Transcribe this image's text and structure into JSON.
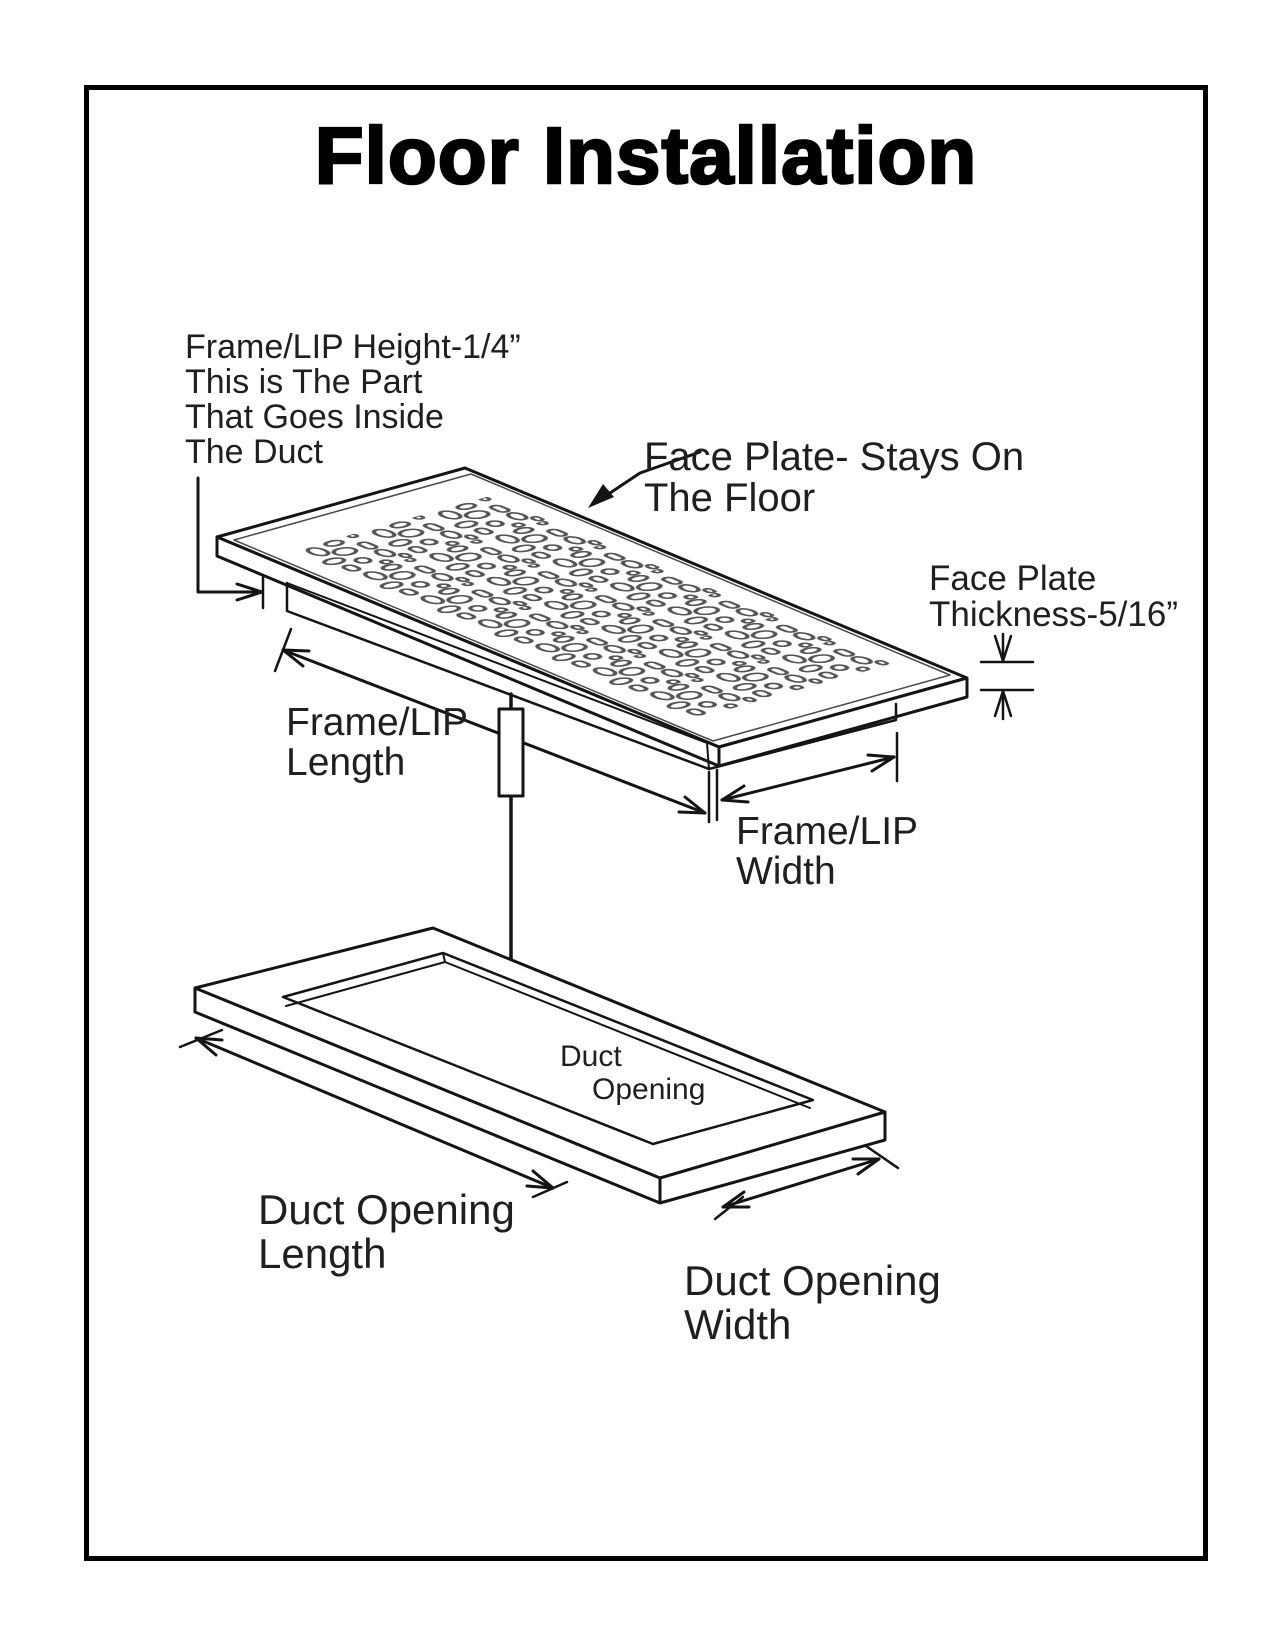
{
  "page": {
    "title": "Floor Installation",
    "background": "#ffffff",
    "border_color": "#000000",
    "line_color": "#141414",
    "pattern_color": "#555555"
  },
  "labels": {
    "frame_lip_height": {
      "lines": [
        "Frame/LIP Height-1/4”",
        "This is The Part",
        "That Goes Inside",
        "The Duct"
      ]
    },
    "face_plate": {
      "lines": [
        "Face Plate- Stays On",
        "The Floor"
      ]
    },
    "face_plate_thickness": {
      "lines": [
        "Face Plate",
        "Thickness-5/16”"
      ]
    },
    "frame_lip_length": {
      "lines": [
        "Frame/LIP",
        "Length"
      ]
    },
    "frame_lip_width": {
      "lines": [
        "Frame/LIP",
        "Width"
      ]
    },
    "duct_opening": {
      "lines": [
        "Duct",
        "Opening"
      ]
    },
    "duct_opening_length": {
      "lines": [
        "Duct Opening",
        "Length"
      ]
    },
    "duct_opening_width": {
      "lines": [
        "Duct Opening",
        "Width"
      ]
    }
  }
}
